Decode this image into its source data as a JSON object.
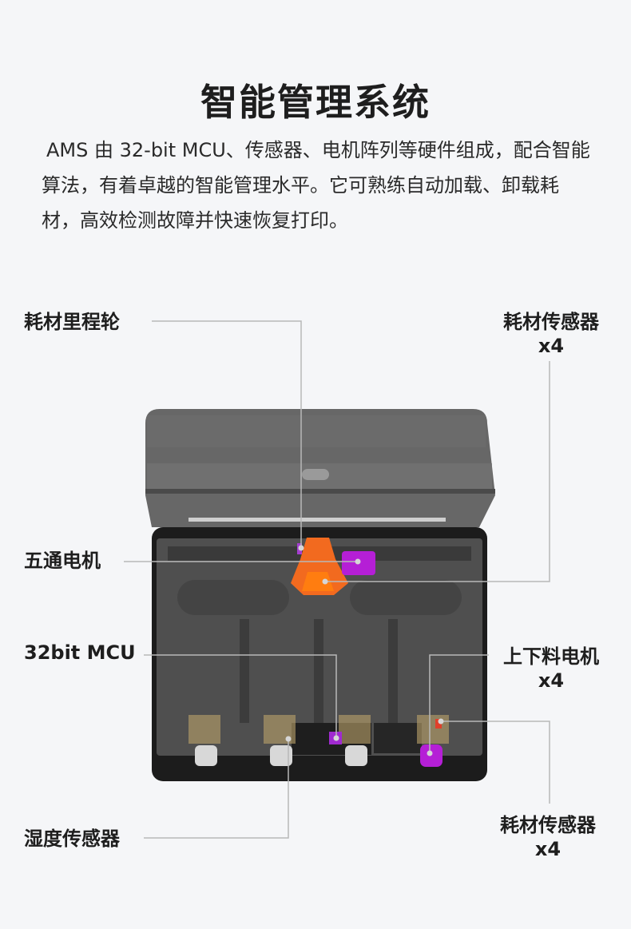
{
  "header": {
    "title": "智能管理系统",
    "description": "AMS 由 32-bit MCU、传感器、电机阵列等硬件组成，配合智能算法，有着卓越的智能管理水平。它可熟练自动加载、卸载耗材，高效检测故障并快速恢复打印。"
  },
  "callouts": {
    "odometer": {
      "label": "耗材里程轮"
    },
    "five_way_motor": {
      "label": "五通电机"
    },
    "mcu": {
      "label": "32bit MCU"
    },
    "humidity": {
      "label": "湿度传感器"
    },
    "sensor_top": {
      "label": "耗材传感器",
      "count": "x4"
    },
    "feed_motor": {
      "label": "上下料电机",
      "count": "x4"
    },
    "sensor_bottom": {
      "label": "耗材传感器",
      "count": "x4"
    }
  },
  "colors": {
    "accent_orange": "#f26a1f",
    "accent_purple": "#b51fd6",
    "leader_line": "#b8b8b8"
  }
}
